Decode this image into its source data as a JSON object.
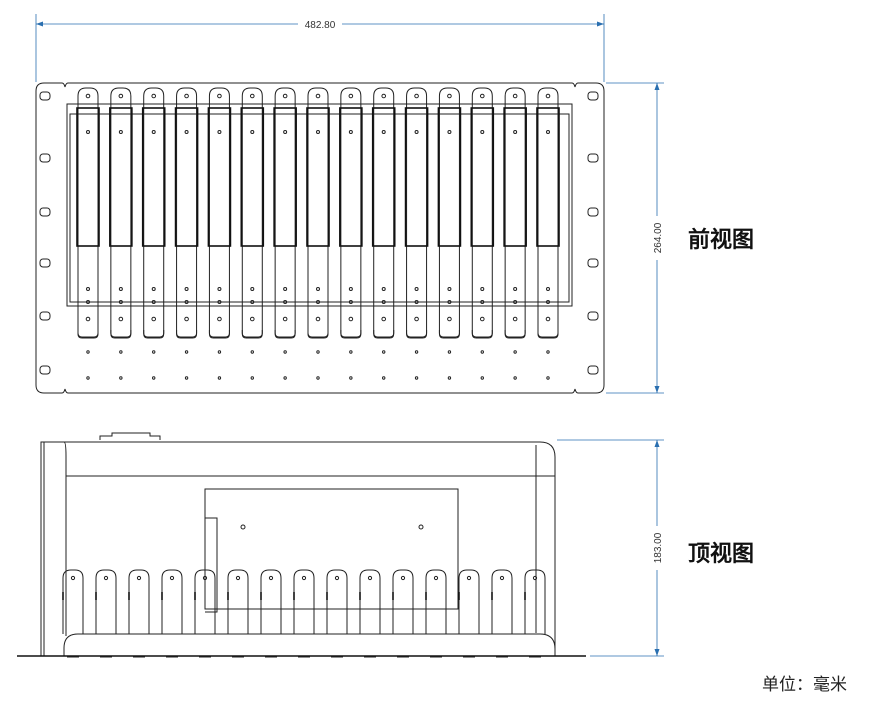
{
  "dimensions": {
    "width": "482.80",
    "front_height": "264.00",
    "top_depth": "183.00"
  },
  "views": {
    "front": "前视图",
    "top": "顶视图"
  },
  "unit_label": "单位：毫米",
  "slot_count": 15,
  "colors": {
    "dimension_line": "#2a6fb0",
    "drawing_line": "#222222"
  }
}
